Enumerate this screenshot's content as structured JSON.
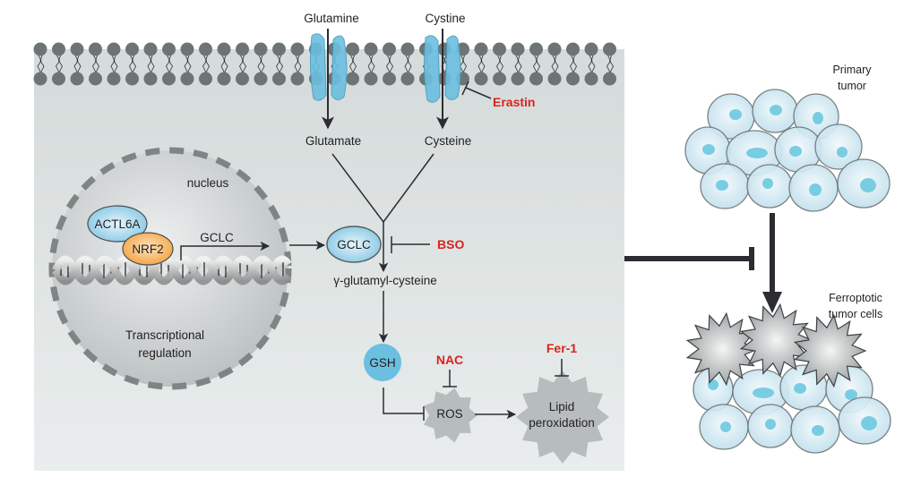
{
  "colors": {
    "cell_bg": "#d6dcdb",
    "membrane_head": "#6d7574",
    "transporter": "#6bbfe0",
    "inhibitor_red": "#d7251f",
    "nrf2": "#f6a94a",
    "actl6a": "#6bbfe0",
    "gsh": "#6bbfe0",
    "arrow": "#2b2d31",
    "tumor_cell": "#cfe6f1",
    "tumor_nucleus": "#78cde3",
    "ferroptotic_cell": "#a9aeae"
  },
  "membrane": {
    "inputs": [
      {
        "id": "glutamine",
        "label": "Glutamine",
        "product": "Glutamate"
      },
      {
        "id": "cystine",
        "label": "Cystine",
        "product": "Cysteine"
      }
    ],
    "inhibitor": "Erastin"
  },
  "nucleus": {
    "label": "nucleus",
    "proteins": [
      "ACTL6A",
      "NRF2"
    ],
    "gene": "GCLC",
    "caption_line1": "Transcriptional",
    "caption_line2": "regulation"
  },
  "pathway": {
    "enzyme": "GCLC",
    "enzyme_inhibitor": "BSO",
    "intermediate": "γ-glutamyl-cysteine",
    "product": "GSH",
    "ros": "ROS",
    "ros_inhibitor": "NAC",
    "lipid_line1": "Lipid",
    "lipid_line2": "peroxidation",
    "lipid_inhibitor": "Fer-1"
  },
  "tumor": {
    "primary_line1": "Primary",
    "primary_line2": "tumor",
    "ferroptotic_line1": "Ferroptotic",
    "ferroptotic_line2": "tumor cells"
  }
}
